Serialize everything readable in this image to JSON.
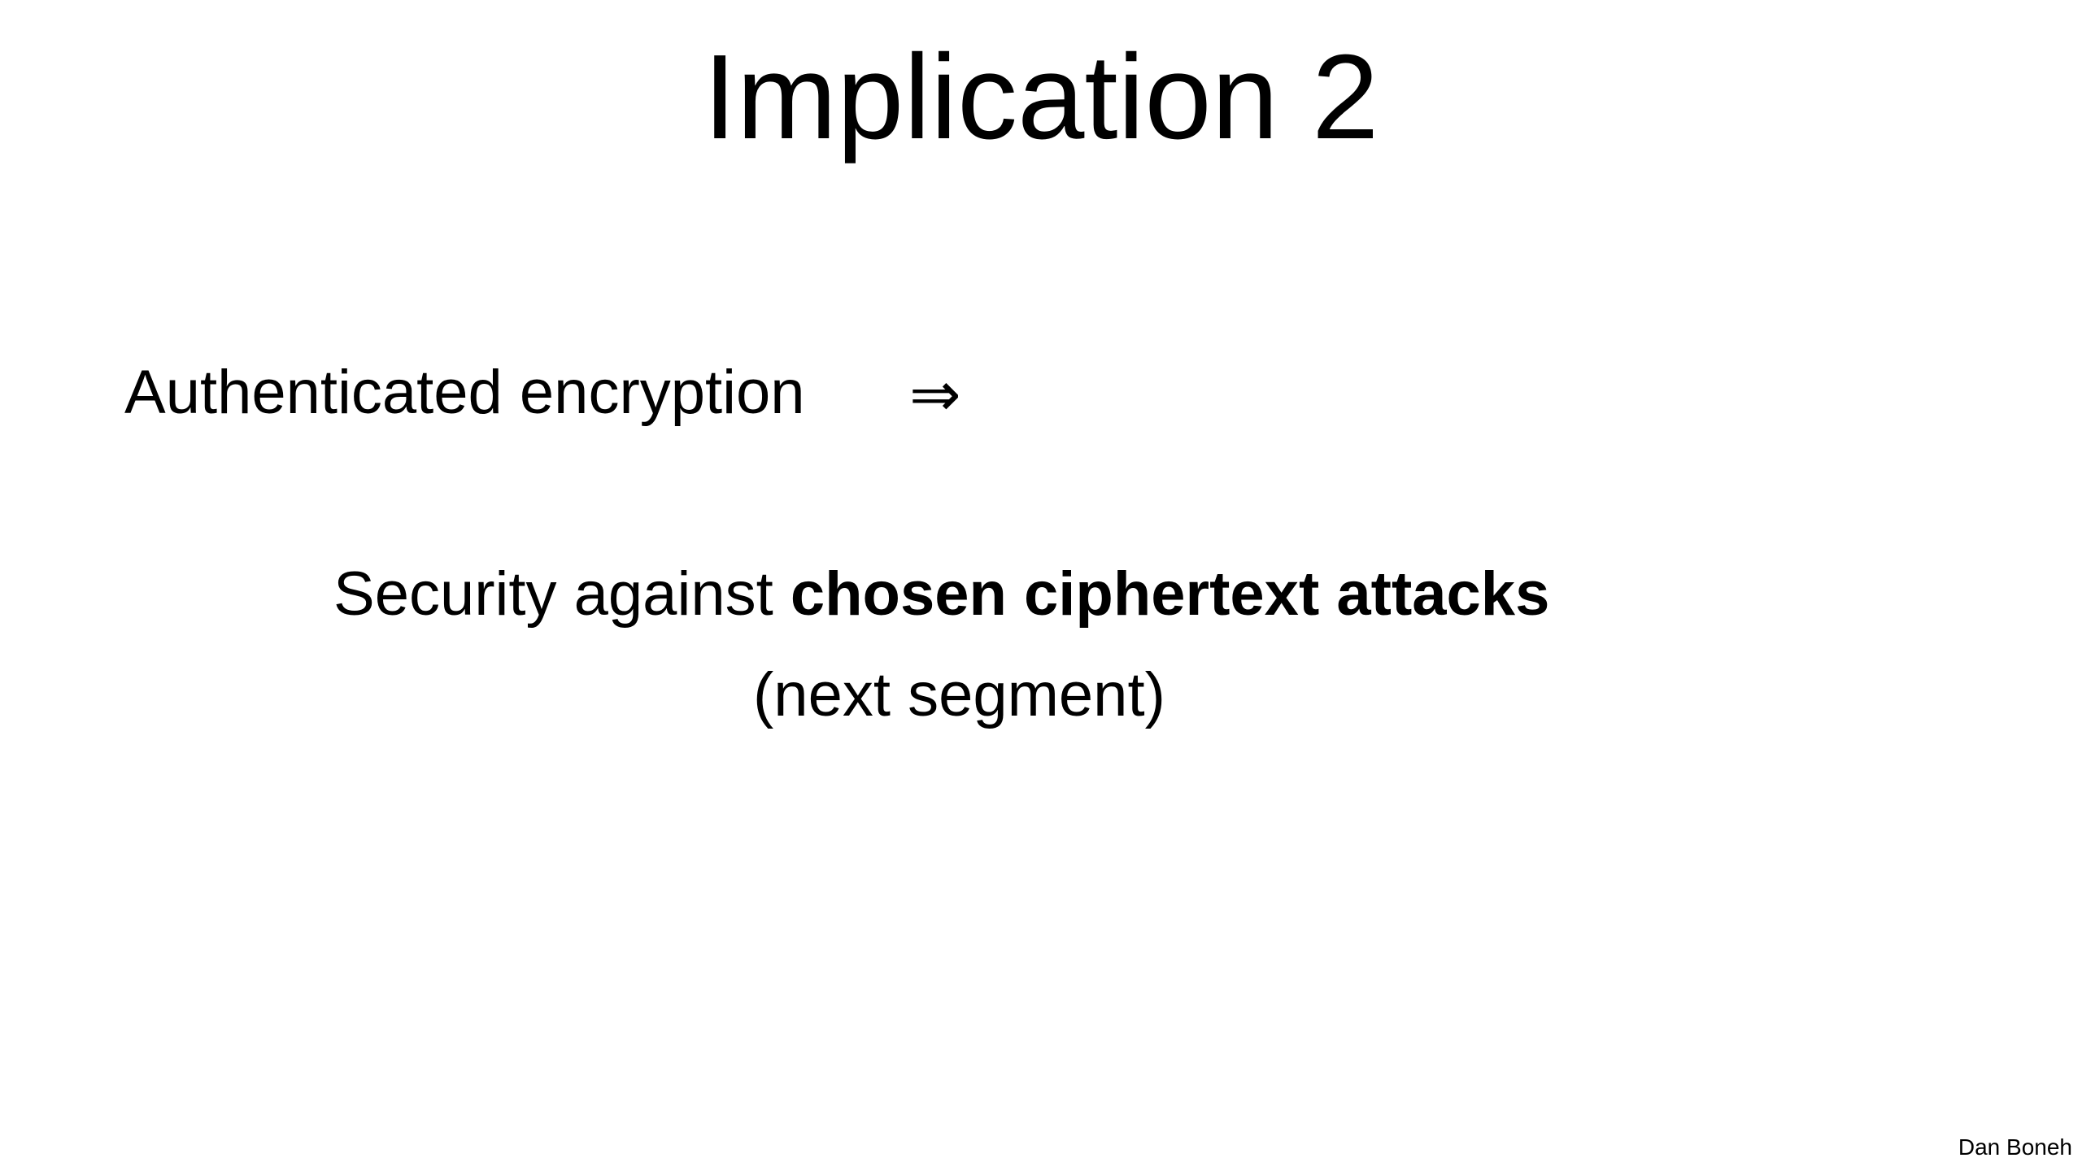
{
  "slide": {
    "title": "Implication 2",
    "statement": "Authenticated encryption",
    "implies_symbol": "⇒",
    "consequence_prefix": "Security against ",
    "consequence_bold": "chosen ciphertext attacks",
    "note": "(next segment)",
    "footer_author": "Dan Boneh"
  }
}
